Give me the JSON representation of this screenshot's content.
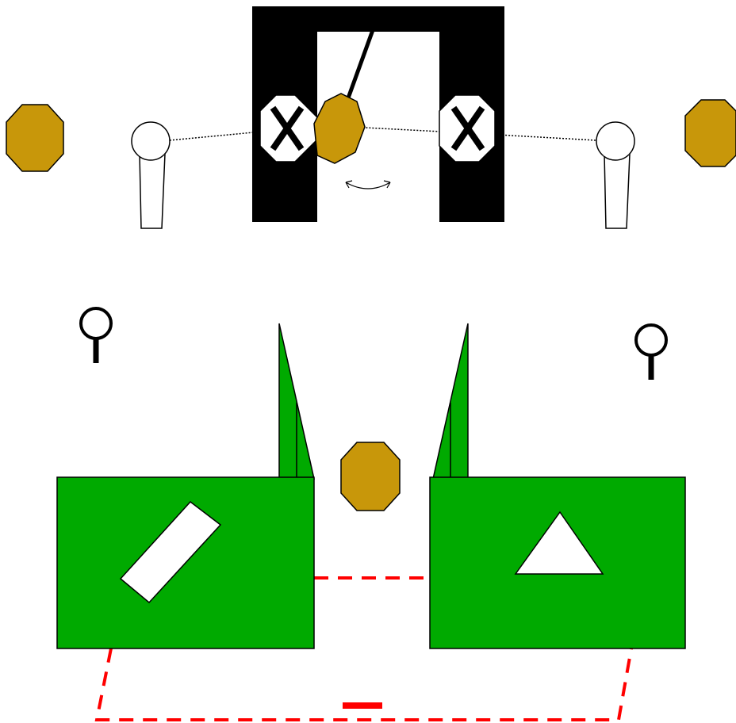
{
  "scene": {
    "description_colors": {
      "background": "#ffffff",
      "gate": "#000000",
      "gem": "#c8970a",
      "panel": "#00aa00",
      "dashed_line": "#ff0000",
      "outline": "#000000"
    },
    "icons": [
      "gem-octagon-icon",
      "x-marker-icon",
      "lever-icon",
      "magnifier-icon",
      "rotate-arrow-icon",
      "minus-sign-icon",
      "triangle-symbol-icon",
      "bar-symbol-icon"
    ],
    "gem_count": 4,
    "x_marker_count": 2,
    "lever_count": 2,
    "magnifier_count": 2
  }
}
